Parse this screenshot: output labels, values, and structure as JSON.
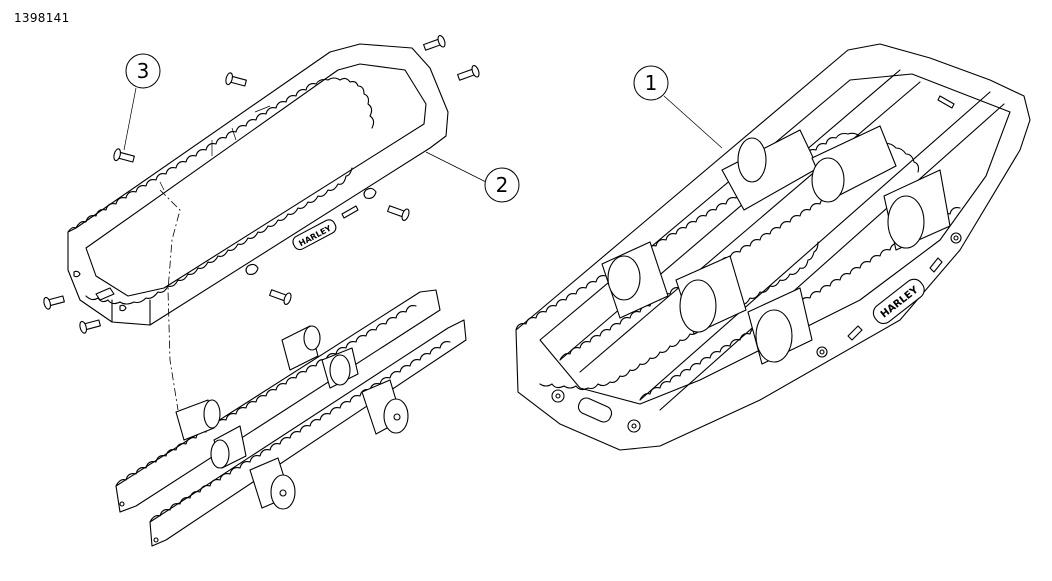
{
  "document": {
    "number": "1398141"
  },
  "callouts": [
    {
      "id": "1",
      "label": "1"
    },
    {
      "id": "2",
      "label": "2"
    },
    {
      "id": "3",
      "label": "3"
    }
  ],
  "logo": {
    "text": "HARLEY"
  }
}
